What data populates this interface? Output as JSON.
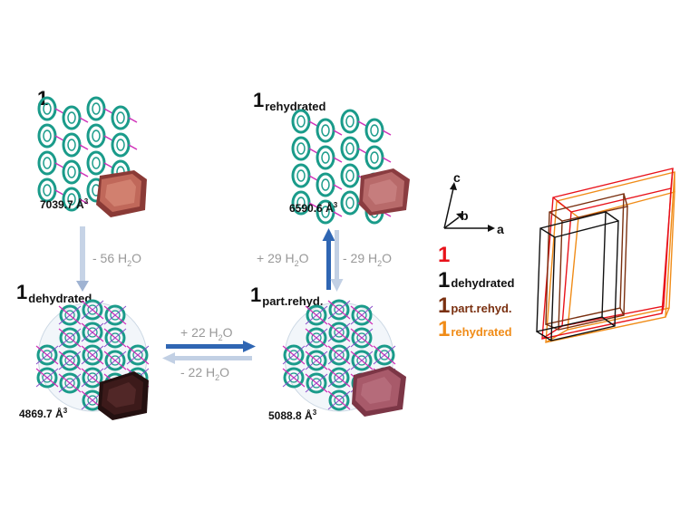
{
  "panels": [
    {
      "id": "p1",
      "number": "1",
      "subscript": "",
      "volume": "7039.7",
      "unit": "Å",
      "unit_exp": "3"
    },
    {
      "id": "p2",
      "number": "1",
      "subscript": "rehydrated",
      "volume": "6590.6",
      "unit": "Å",
      "unit_exp": "3"
    },
    {
      "id": "p3",
      "number": "1",
      "subscript": "dehydrated",
      "volume": "4869.7",
      "unit": "Å",
      "unit_exp": "3"
    },
    {
      "id": "p4",
      "number": "1",
      "subscript": "part.rehyd.",
      "volume": "5088.8",
      "unit": "Å",
      "unit_exp": "3"
    }
  ],
  "arrows": {
    "left_down": {
      "prefix": "- 56 H",
      "sub": "2",
      "suffix": "O"
    },
    "mid_right": {
      "prefix": "+ 22 H",
      "sub": "2",
      "suffix": "O"
    },
    "mid_left": {
      "prefix": "- 22 H",
      "sub": "2",
      "suffix": "O"
    },
    "right_up": {
      "prefix": "+ 29 H",
      "sub": "2",
      "suffix": "O"
    },
    "right_down": {
      "prefix": "- 29 H",
      "sub": "2",
      "suffix": "O"
    }
  },
  "axes": {
    "a": "a",
    "b": "b",
    "c": "c"
  },
  "legend": [
    {
      "number": "1",
      "subscript": "",
      "color": "#e8121a"
    },
    {
      "number": "1",
      "subscript": "dehydrated",
      "color": "#111111"
    },
    {
      "number": "1",
      "subscript": "part.rehyd.",
      "color": "#7a3010"
    },
    {
      "number": "1",
      "subscript": "rehydrated",
      "color": "#f08c18"
    }
  ],
  "colors": {
    "framework": "#1a9b8a",
    "linker": "#d02fb8",
    "crystal_light": "#b05a4c",
    "crystal_dark": "#3c1818",
    "arrow": "#2f66b3",
    "arrow_light": "#c9d6e8"
  }
}
